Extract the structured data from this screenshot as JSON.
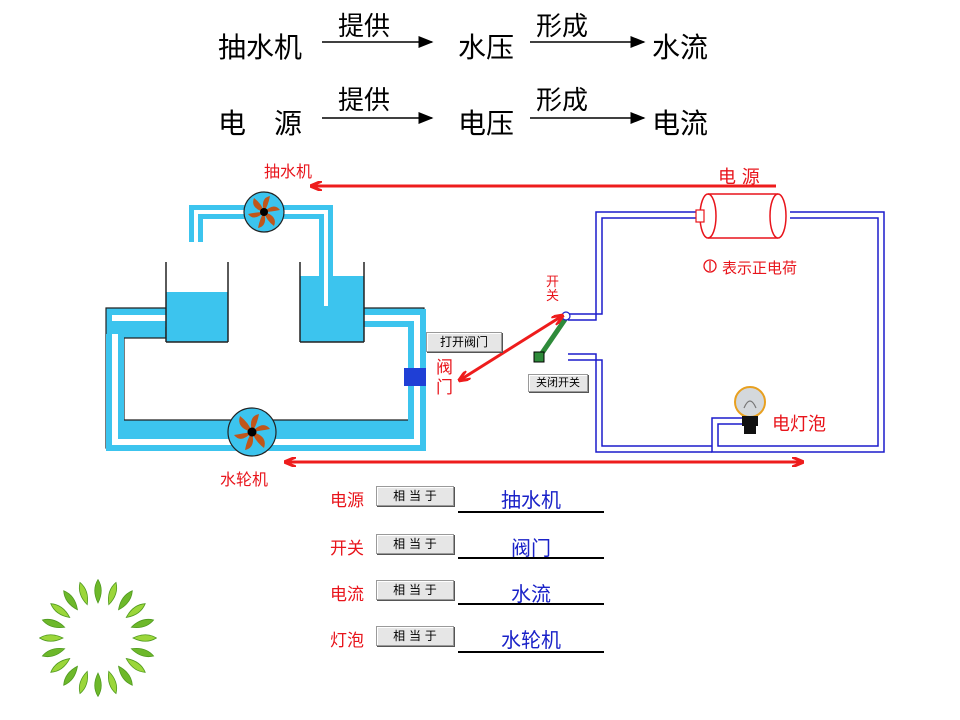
{
  "analogy": {
    "row1": {
      "source": "抽水机",
      "verb1": "提供",
      "middle": "水压",
      "verb2": "形成",
      "result": "水流"
    },
    "row2": {
      "source": "电　源",
      "verb1": "提供",
      "middle": "电压",
      "verb2": "形成",
      "result": "电流"
    }
  },
  "labels": {
    "pump_top": "抽水机",
    "power": "电 源",
    "positive_charge": "表示正电荷",
    "switch": "开关",
    "valve": "阀门",
    "bulb": "电灯泡",
    "turbine": "水轮机"
  },
  "buttons": {
    "open_valve": "打开阀门",
    "close_switch": "关闭开关"
  },
  "equivalences": [
    {
      "term": "电源",
      "button": "相 当 于",
      "answer": "抽水机"
    },
    {
      "term": "开关",
      "button": "相 当 于",
      "answer": "阀门"
    },
    {
      "term": "电流",
      "button": "相 当 于",
      "answer": "水流"
    },
    {
      "term": "灯泡",
      "button": "相 当 于",
      "answer": "水轮机"
    }
  ],
  "colors": {
    "water": "#3cc4ee",
    "wire": "#1c1ccc",
    "arrow": "#ee1c1c",
    "answer": "#1a22c8",
    "leaf": "#7ec82a"
  }
}
